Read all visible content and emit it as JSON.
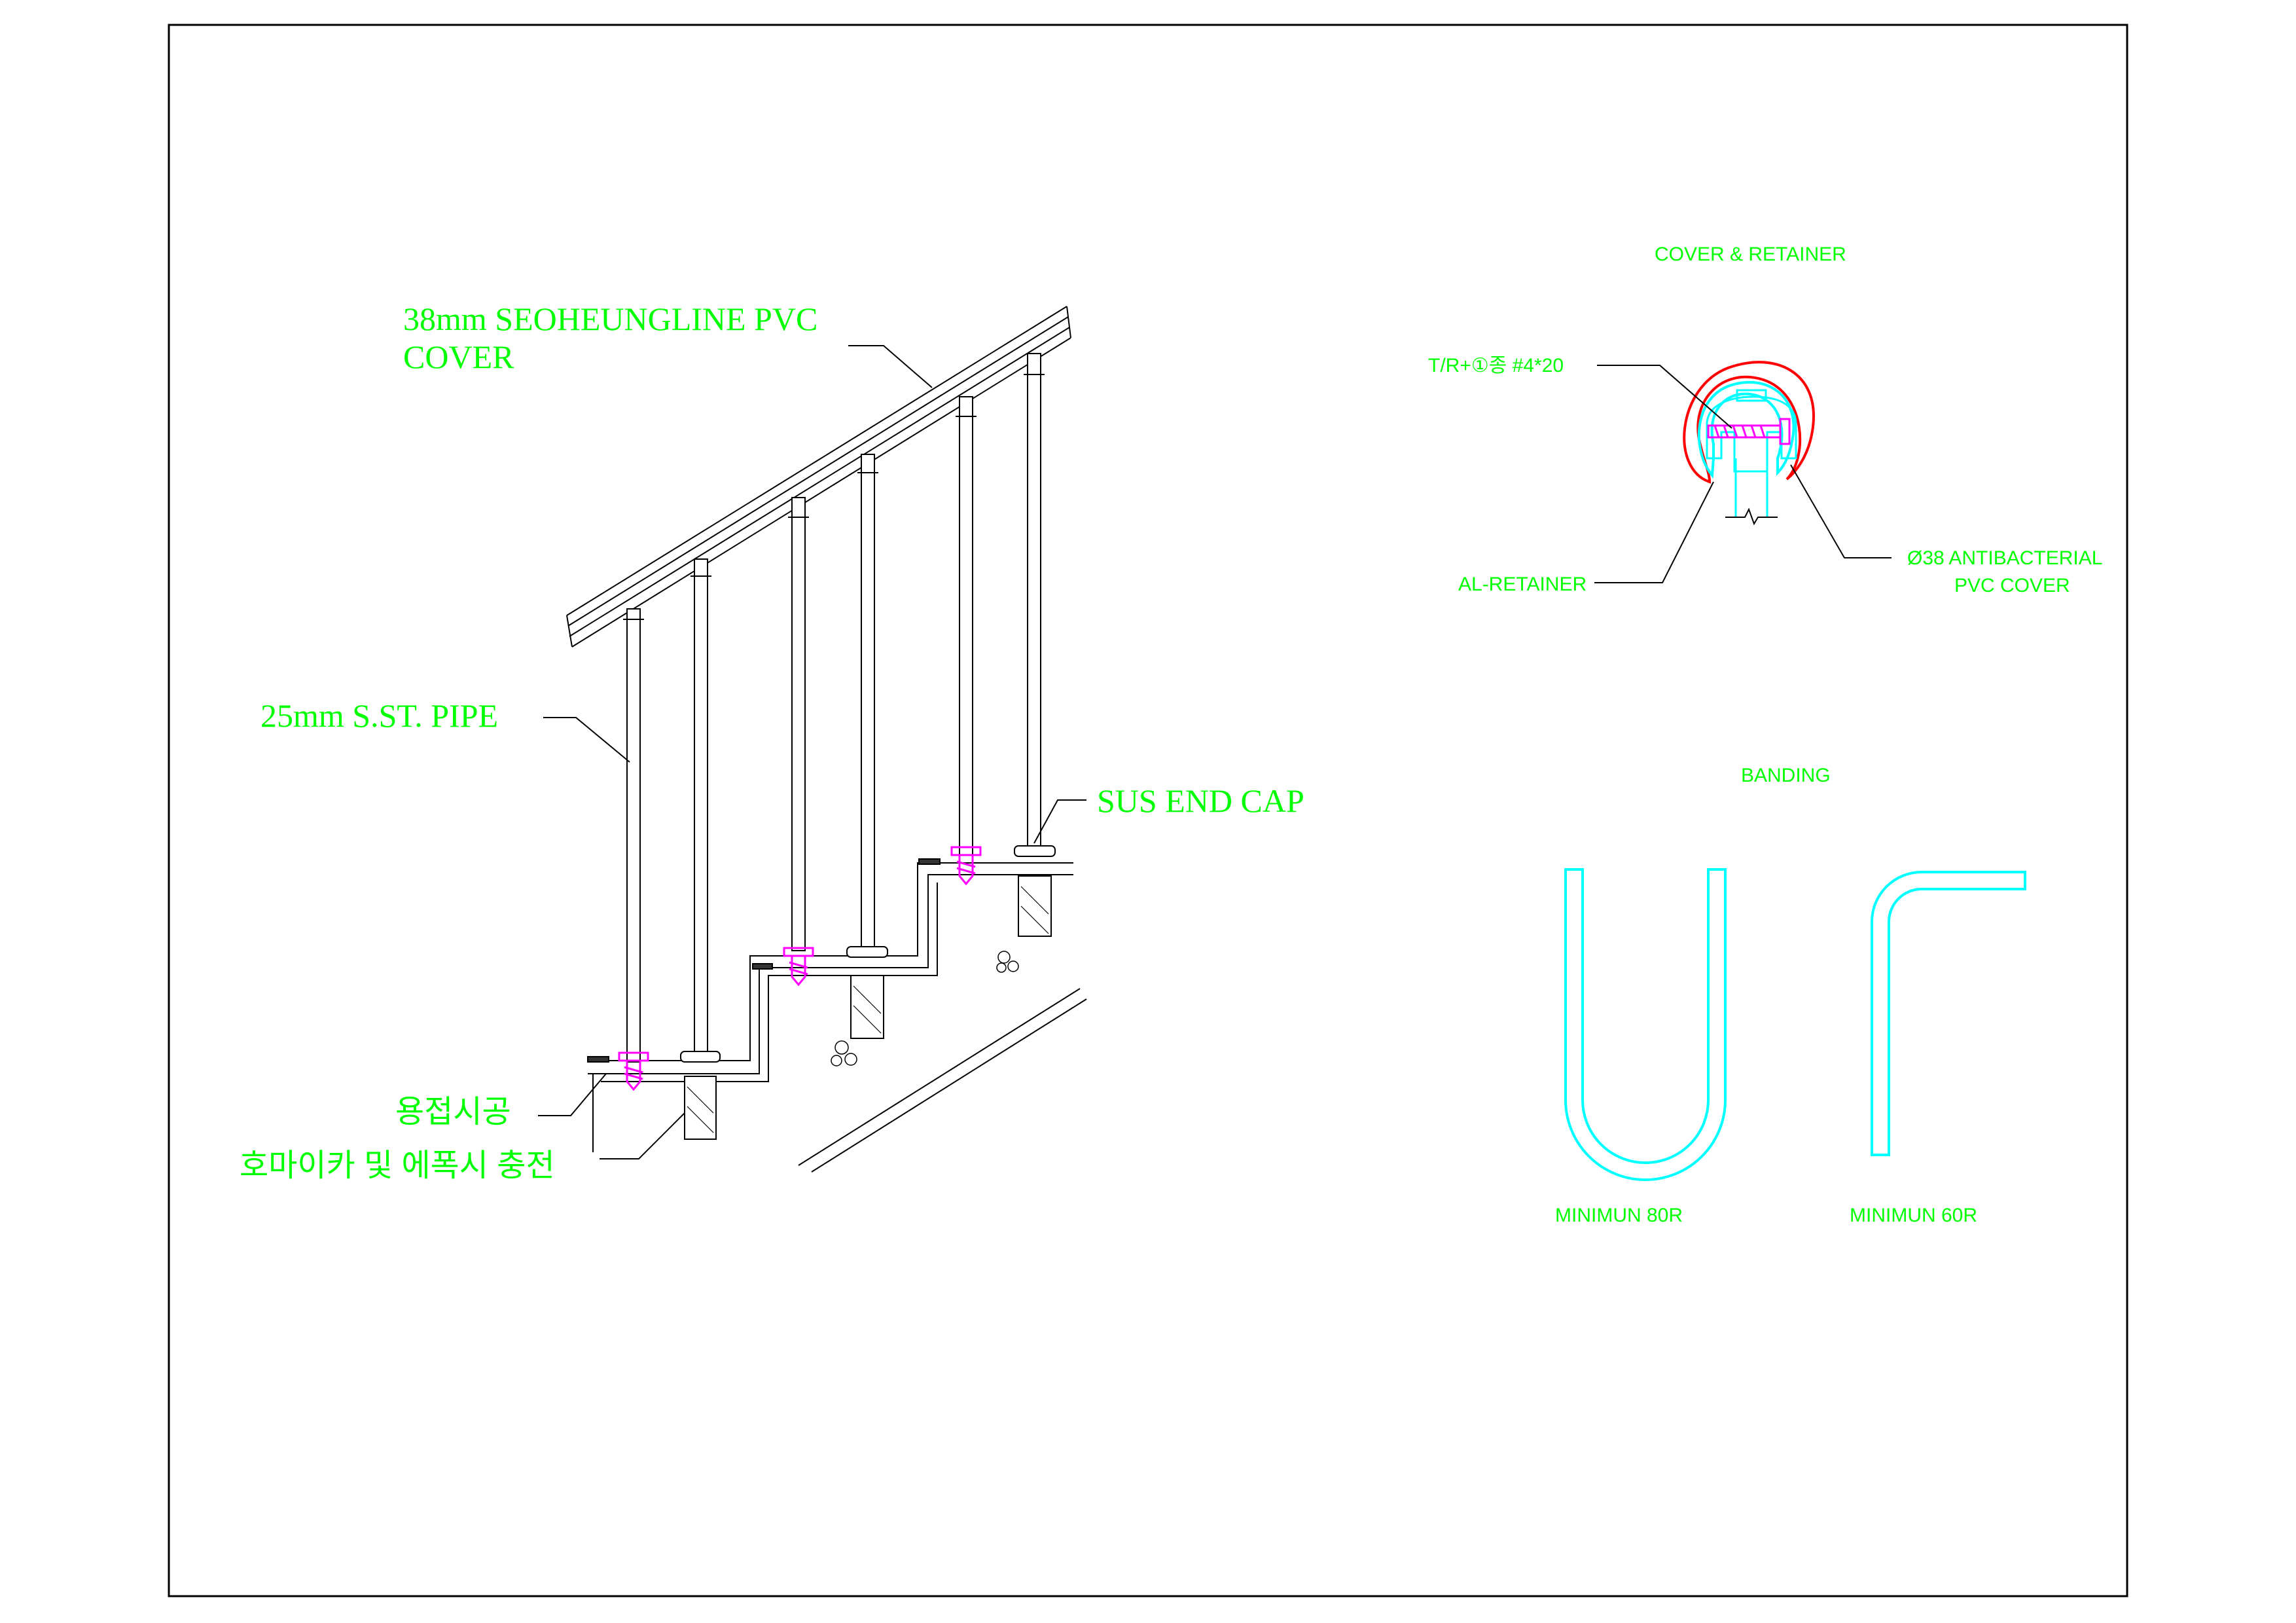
{
  "colors": {
    "text": "#00ff00",
    "line": "#000000",
    "cyan": "#00ffff",
    "magenta": "#ff00ff",
    "red": "#ff0000"
  },
  "railing": {
    "cover_label_line1": "38mm SEOHEUNGLINE PVC",
    "cover_label_line2": "COVER",
    "pipe_label": "25mm S.ST. PIPE",
    "end_cap_label": "SUS END CAP",
    "weld_label": "용접시공",
    "anchor_label": "호마이카 및 에폭시 충전"
  },
  "cover_detail": {
    "title": "COVER & RETAINER",
    "screw_label": "T/R+①종 #4*20",
    "retainer_label": "AL-RETAINER",
    "cover_label_line1": "Ø38 ANTIBACTERIAL",
    "cover_label_line2": "PVC COVER"
  },
  "banding": {
    "title": "BANDING",
    "u_label": "MINIMUN 80R",
    "l_label": "MINIMUN 60R"
  }
}
